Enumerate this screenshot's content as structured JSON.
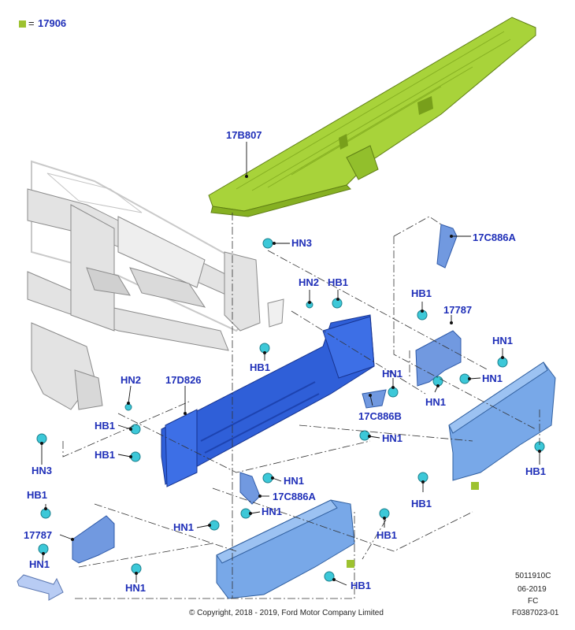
{
  "legend": {
    "symbol": "=",
    "part": "17906",
    "color": "#9dc230"
  },
  "colors": {
    "label": "#1f2fb8",
    "step_pad": "#a8d33a",
    "reinforcement": "#2f5fd8",
    "bumper": "#78a8e8",
    "fastener": "#3cc8d8",
    "frame": "#d7d7d7",
    "marker": "#9dc230"
  },
  "labels": {
    "p17B807": "17B807",
    "p17C886A_top": "17C886A",
    "hn3_top": "HN3",
    "hn2_mid": "HN2",
    "hb1_mid": "HB1",
    "hb1_right_top": "HB1",
    "p17787_right": "17787",
    "hb1_left_mid": "HB1",
    "hn1_right_a": "HN1",
    "hn1_center": "HN1",
    "hn1_right_b": "HN1",
    "hn1_right_c": "HN1",
    "hn2_left": "HN2",
    "p17D826": "17D826",
    "p17C886B": "17C886B",
    "hb1_left_a": "HB1",
    "hn1_mid_b": "HN1",
    "hb1_left_b": "HB1",
    "hn3_left": "HN3",
    "hb1_right_low": "HB1",
    "hn1_lower_a": "HN1",
    "p17C886A_low": "17C886A",
    "hb1_far_right": "HB1",
    "hn1_lower_b": "HN1",
    "hb1_bottom_left": "HB1",
    "hn1_left_low": "HN1",
    "p17787_left": "17787",
    "hb1_bumper": "HB1",
    "hn1_bottom_left": "HN1",
    "hn1_bottom": "HN1",
    "hb1_bottom": "HB1"
  },
  "footer": {
    "code": "5011910C",
    "date": "06-2019",
    "suffix": "FC",
    "figure": "F0387023-01",
    "copyright": "© Copyright, 2018 - 2019, Ford Motor Company Limited"
  }
}
